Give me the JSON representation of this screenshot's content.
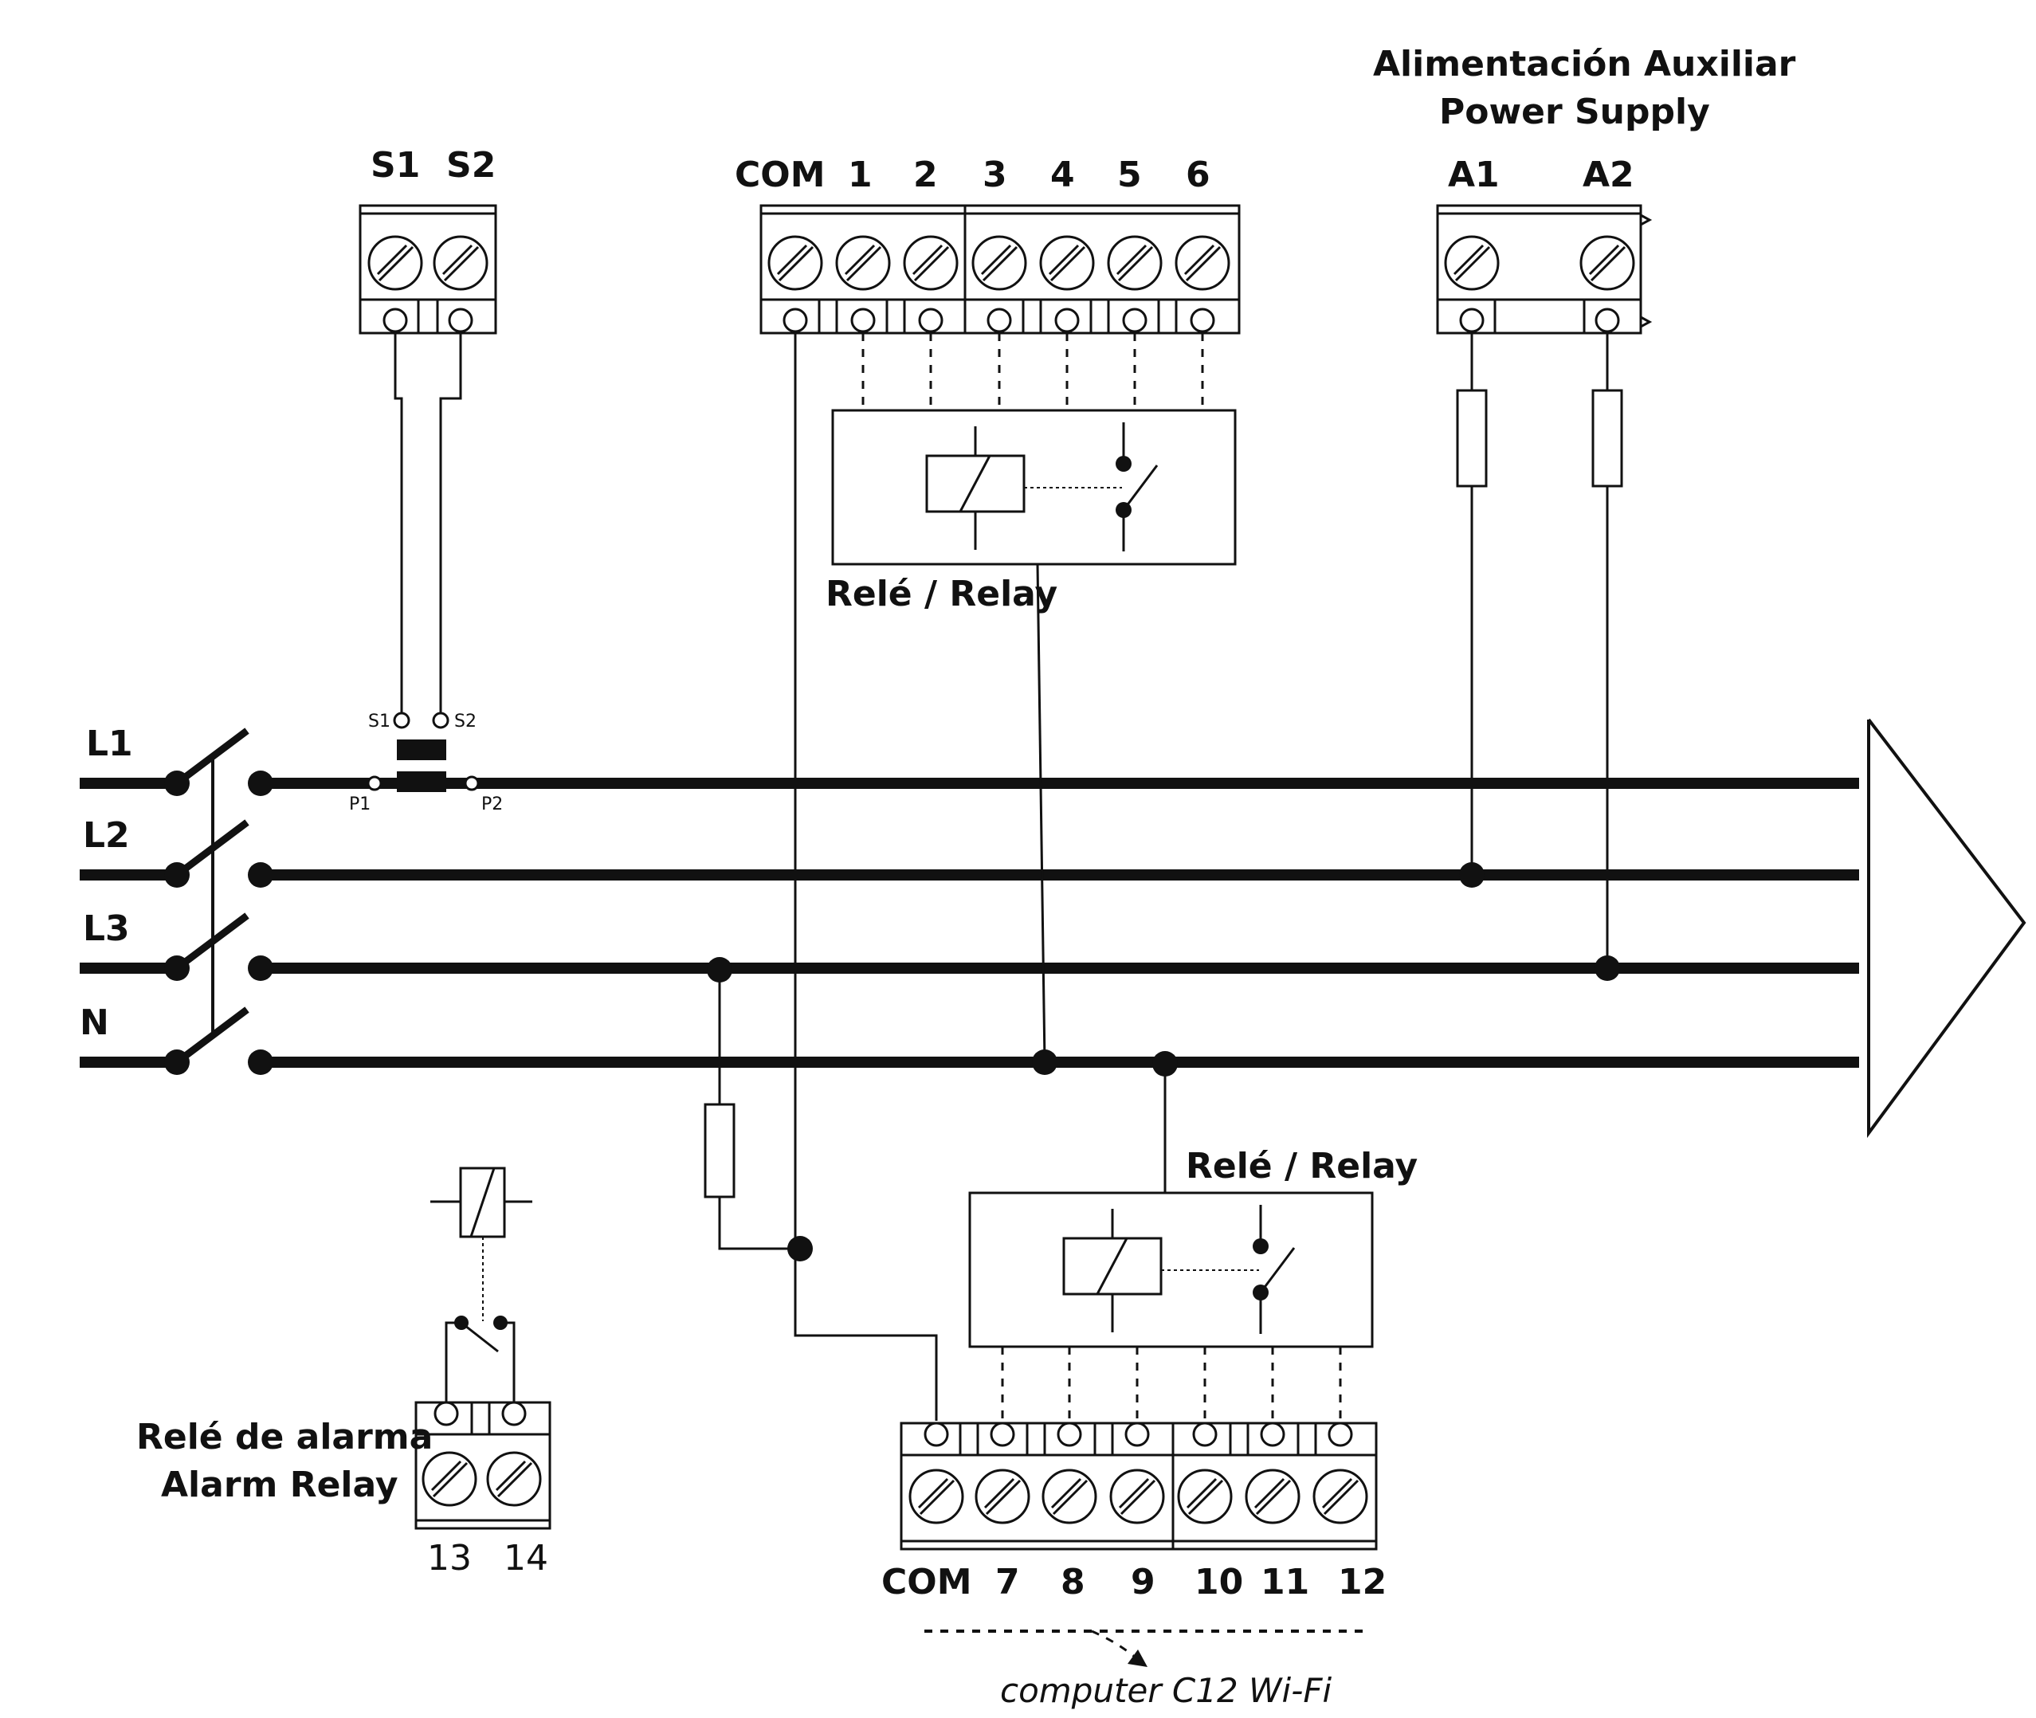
{
  "supply": {
    "title_es": "Alimentación Auxiliar",
    "title_en": "Power Supply",
    "a1": "A1",
    "a2": "A2"
  },
  "ct": {
    "s1": "S1",
    "s2": "S2",
    "small_s1": "S1",
    "small_s2": "S2",
    "p1": "P1",
    "p2": "P2"
  },
  "terminals_top": [
    "COM",
    "1",
    "2",
    "3",
    "4",
    "5",
    "6"
  ],
  "terminals_bottom": [
    "COM",
    "7",
    "8",
    "9",
    "10",
    "11",
    "12"
  ],
  "lines": [
    "L1",
    "L2",
    "L3",
    "N"
  ],
  "relay_top_label": "Relé / Relay",
  "relay_bottom_label": "Relé / Relay",
  "alarm": {
    "label_es": "Relé de alarma",
    "label_en": "Alarm Relay",
    "t13": "13",
    "t14": "14"
  },
  "expansion_label": "computer C12 Wi-Fi"
}
